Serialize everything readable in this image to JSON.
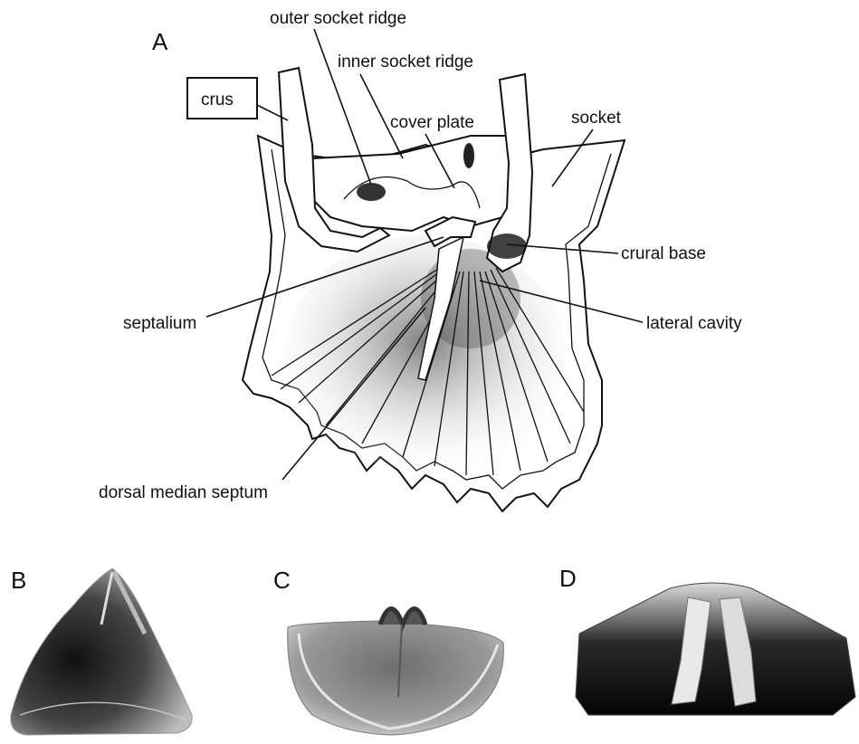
{
  "panels": {
    "a": "A",
    "b": "B",
    "c": "C",
    "d": "D"
  },
  "labels": {
    "outer_socket_ridge": "outer socket ridge",
    "inner_socket_ridge": "inner socket ridge",
    "crus": "crus",
    "cover_plate": "cover plate",
    "socket": "socket",
    "crural_base": "crural base",
    "septalium": "septalium",
    "lateral_cavity": "lateral cavity",
    "dorsal_median_septum": "dorsal median septum"
  },
  "colors": {
    "ink": "#111111",
    "background": "#ffffff",
    "photo_dark": "#1a1a1a",
    "photo_mid": "#8c8c8c",
    "photo_light": "#d9d9d9"
  }
}
